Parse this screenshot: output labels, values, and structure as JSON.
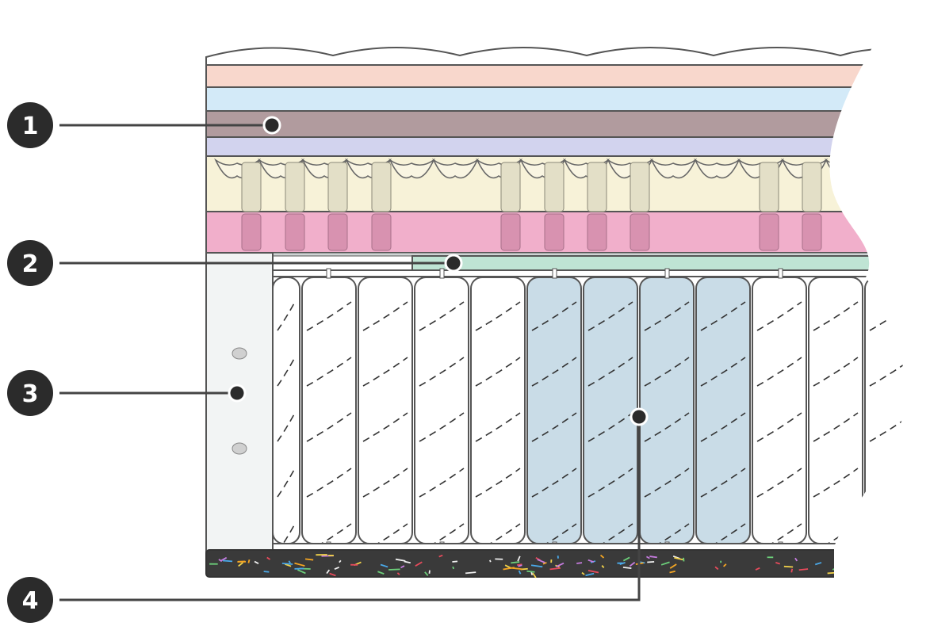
{
  "callouts": [
    {
      "number": "1",
      "target": "comfort-layers"
    },
    {
      "number": "2",
      "target": "support-foam-layer"
    },
    {
      "number": "3",
      "target": "edge-support-wall"
    },
    {
      "number": "4",
      "target": "zoned-pocket-springs"
    }
  ],
  "colors": {
    "layer_top": "#f8d7cc",
    "layer_blue": "#d3eaf8",
    "layer_mauve": "#b19b9e",
    "layer_lavender": "#d2d3ee",
    "layer_cream": "#f7f2d8",
    "layer_pink": "#f1afcb",
    "layer_mint": "#bfe4d4",
    "spring_white": "#ffffff",
    "spring_blue": "#c9dce7",
    "edge_wall": "#f2f4f4",
    "base": "#3a3a3a",
    "outline": "#555555",
    "badge": "#2b2b2b"
  }
}
